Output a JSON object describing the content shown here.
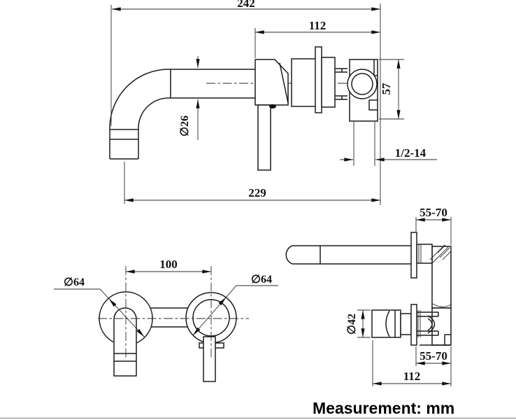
{
  "unit_note": "Measurement: mm",
  "views": {
    "side_elevation": {
      "dims": {
        "overall_length": "242",
        "body_to_wall": "112",
        "spout_diameter": "∅26",
        "valve_height": "57",
        "inlet_thread": "1/2-14",
        "spout_reach": "229"
      }
    },
    "front": {
      "dims": {
        "center_spacing": "100",
        "left_flange_diameter": "∅64",
        "right_flange_diameter": "∅64"
      }
    },
    "installation": {
      "dims": {
        "wall_depth_top": "55-70",
        "handle_diameter": "∅42",
        "wall_depth_bottom": "55-70",
        "rough_in_length": "112"
      }
    }
  }
}
